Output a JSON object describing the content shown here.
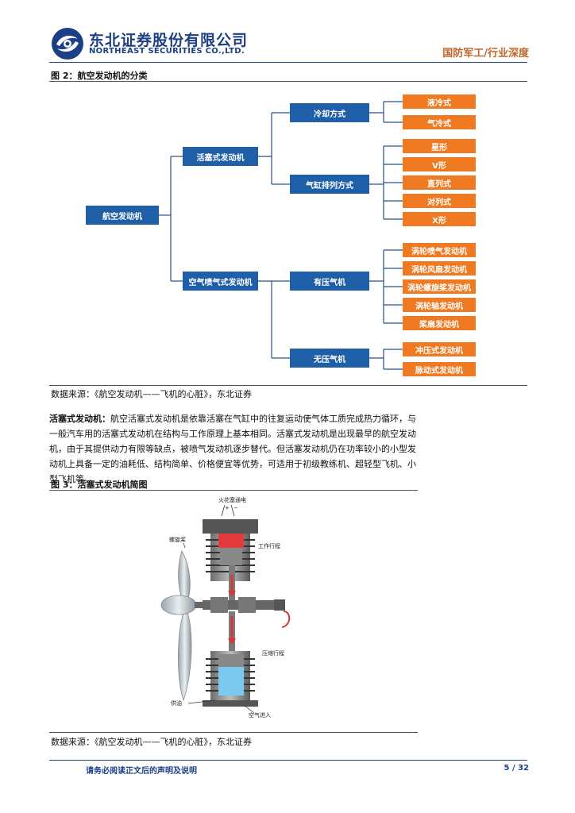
{
  "header": {
    "company_cn": "东北证券股份有限公司",
    "company_en": "NORTHEAST SECURITIES CO.,LTD.",
    "report_type": "国防军工/行业深度"
  },
  "figure2": {
    "title": "图 2：航空发动机的分类",
    "source": "数据来源：《航空发动机——飞机的心脏》，东北证券",
    "tree": {
      "root": "航空发动机",
      "piston": "活塞式发动机",
      "jet": "空气喷气式发动机",
      "cooling": "冷却方式",
      "cylinder": "气缸排列方式",
      "with_compressor": "有压气机",
      "without_compressor": "无压气机",
      "cooling_leaves": [
        "液冷式",
        "气冷式"
      ],
      "cylinder_leaves": [
        "星形",
        "V形",
        "直列式",
        "对列式",
        "X形"
      ],
      "with_compressor_leaves": [
        "涡轮喷气发动机",
        "涡轮风扇发动机",
        "涡轮螺旋桨发动机",
        "涡轮轴发动机",
        "桨扇发动机"
      ],
      "without_compressor_leaves": [
        "冲压式发动机",
        "脉动式发动机"
      ]
    }
  },
  "paragraph": {
    "lead": "活塞式发动机：",
    "body": "航空活塞式发动机是依靠活塞在气缸中的往复运动使气体工质完成热力循环，与一般汽车用的活塞式发动机在结构与工作原理上基本相同。活塞式发动机是出现最早的航空发动机，由于其提供动力有限等缺点，被喷气发动机逐步替代。但活塞发动机仍在功率较小的小型发动机上具备一定的油耗低、结构简单、价格便宜等优势，可适用于初级教练机、超轻型飞机、小型飞机等。"
  },
  "figure3": {
    "title": "图 3：活塞式发动机简图",
    "source": "数据来源：《航空发动机——飞机的心脏》，东北证券",
    "labels": {
      "spark": "火花塞通电",
      "propeller": "螺旋桨",
      "work_stroke": "工作行程",
      "compression_stroke": "压缩行程",
      "fuel": "供油",
      "air_in": "空气进入"
    }
  },
  "footer": {
    "disclaimer": "请务必阅读正文后的声明及说明",
    "page": "5 / 32"
  },
  "colors": {
    "brand_blue": "#1d3f86",
    "node_blue": "#1f5fa8",
    "leaf_orange": "#ef7a22",
    "accent_orange": "#c0652a"
  }
}
